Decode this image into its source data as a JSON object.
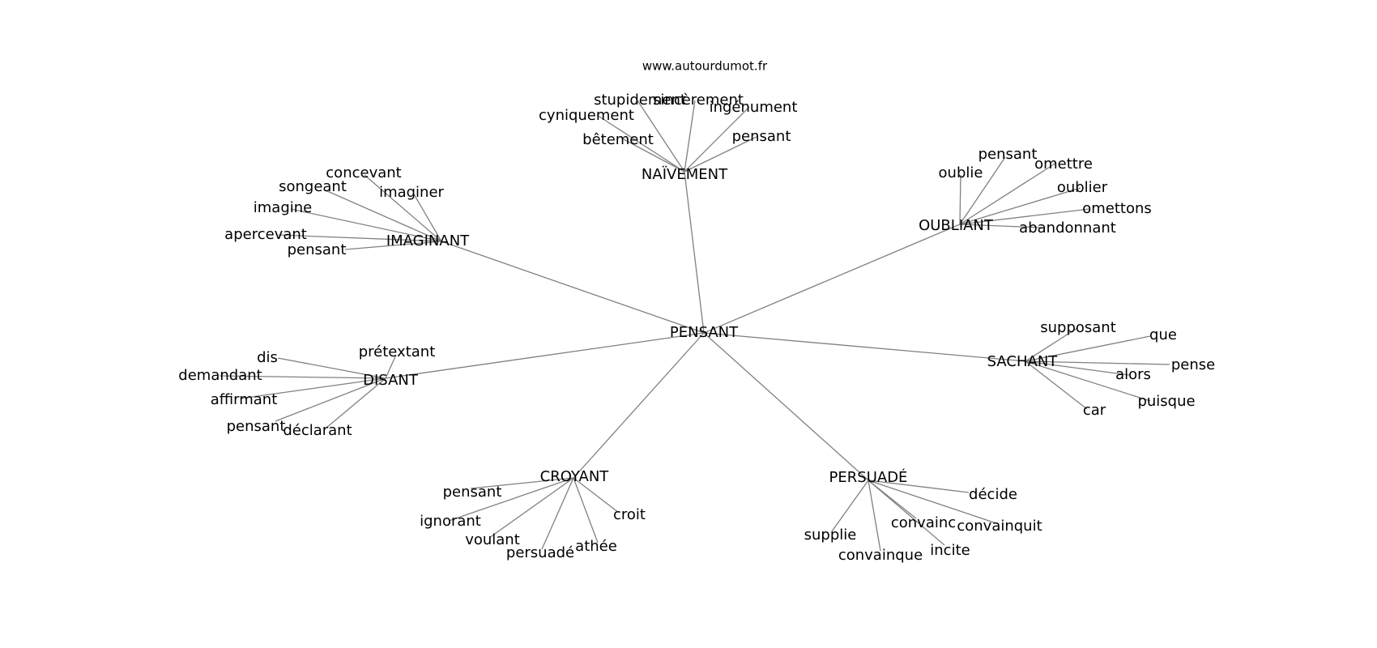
{
  "source": "www.autourdumot.fr",
  "center": "PENSANT",
  "clusters": [
    {
      "hub": "NAÏVEMENT",
      "words": [
        "stupidement",
        "sincèrement",
        "ingénument",
        "cyniquement",
        "bêtement",
        "pensant"
      ]
    },
    {
      "hub": "OUBLIANT",
      "words": [
        "pensant",
        "omettre",
        "oublie",
        "oublier",
        "omettons",
        "abandonnant"
      ]
    },
    {
      "hub": "IMAGINANT",
      "words": [
        "concevant",
        "songeant",
        "imaginer",
        "imagine",
        "apercevant",
        "pensant"
      ]
    },
    {
      "hub": "SACHANT",
      "words": [
        "supposant",
        "que",
        "pense",
        "alors",
        "puisque",
        "car"
      ]
    },
    {
      "hub": "DISANT",
      "words": [
        "dis",
        "prétextant",
        "demandant",
        "affirmant",
        "pensant",
        "déclarant"
      ]
    },
    {
      "hub": "CROYANT",
      "words": [
        "pensant",
        "ignorant",
        "voulant",
        "persuadé",
        "athée",
        "croit"
      ]
    },
    {
      "hub": "PERSUADÉ",
      "words": [
        "décide",
        "convainc",
        "convainquit",
        "supplie",
        "convainque",
        "incite"
      ]
    }
  ]
}
